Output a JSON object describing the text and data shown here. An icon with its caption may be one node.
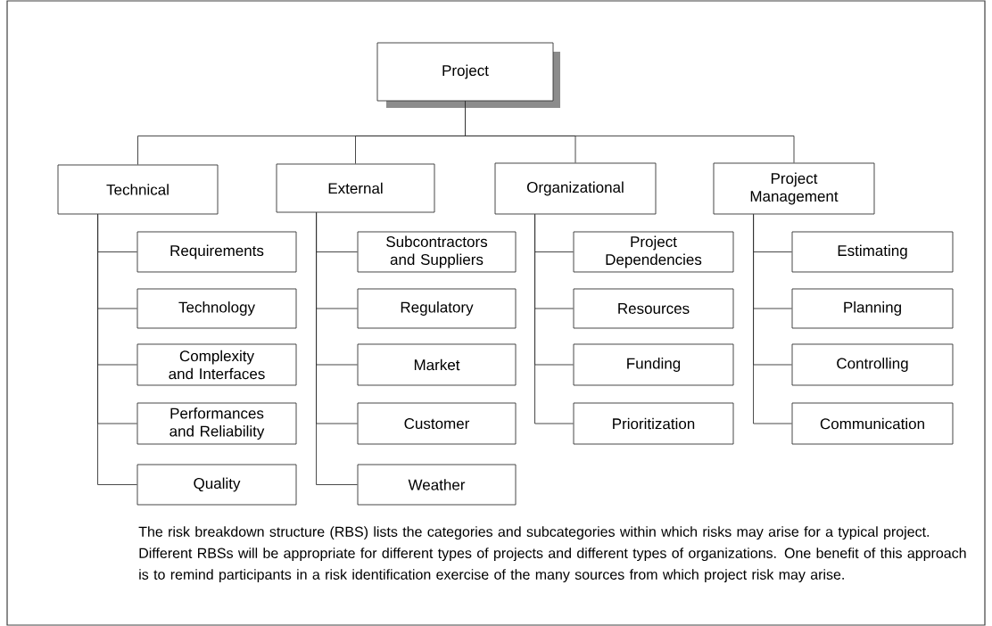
{
  "diagram": {
    "caption": "The risk breakdown structure (RBS) lists the categories and subcategories within which risks may arise for a typical project. Different RBSs will be appropriate for different types of projects and different types of organizations. One benefit of this approach is to remind participants in a risk identification exercise of the many sources from which project risk may arise.",
    "nodes": [
      {
        "text": [
          "Project"
        ]
      },
      {
        "text": [
          "Technical"
        ]
      },
      {
        "text": [
          "External"
        ]
      },
      {
        "text": [
          "Organizational"
        ]
      },
      {
        "text": [
          "Project Management"
        ]
      },
      {
        "text": [
          "Requirements"
        ]
      },
      {
        "text": [
          "Technology"
        ]
      },
      {
        "text": [
          "Complexity and Interfaces"
        ]
      },
      {
        "text": [
          "Performances and Reliability"
        ]
      },
      {
        "text": [
          "Quality"
        ]
      },
      {
        "text": [
          "Subcontractors and Suppliers"
        ]
      },
      {
        "text": [
          "Regulatory"
        ]
      },
      {
        "text": [
          "Market"
        ]
      },
      {
        "text": [
          "Customer"
        ]
      },
      {
        "text": [
          "Weather"
        ]
      },
      {
        "text": [
          "Project Dependencies"
        ]
      },
      {
        "text": [
          "Resources"
        ]
      },
      {
        "text": [
          "Funding"
        ]
      },
      {
        "text": [
          "Prioritization"
        ]
      },
      {
        "text": [
          "Estimating"
        ]
      },
      {
        "text": [
          "Planning"
        ]
      },
      {
        "text": [
          "Controlling"
        ]
      },
      {
        "text": [
          "Communication"
        ]
      }
    ],
    "edges": [
      {
        "from": 0,
        "to": 1,
        "arrow": "none"
      },
      {
        "from": 0,
        "to": 2,
        "arrow": "none"
      },
      {
        "from": 0,
        "to": 3,
        "arrow": "none"
      },
      {
        "from": 0,
        "to": 4,
        "arrow": "none"
      },
      {
        "from": 1,
        "to": 5,
        "arrow": "none"
      },
      {
        "from": 1,
        "to": 6,
        "arrow": "none"
      },
      {
        "from": 1,
        "to": 7,
        "arrow": "none"
      },
      {
        "from": 1,
        "to": 8,
        "arrow": "none"
      },
      {
        "from": 1,
        "to": 9,
        "arrow": "none"
      },
      {
        "from": 2,
        "to": 10,
        "arrow": "none"
      },
      {
        "from": 2,
        "to": 11,
        "arrow": "none"
      },
      {
        "from": 2,
        "to": 12,
        "arrow": "none"
      },
      {
        "from": 2,
        "to": 13,
        "arrow": "none"
      },
      {
        "from": 2,
        "to": 14,
        "arrow": "none"
      },
      {
        "from": 3,
        "to": 15,
        "arrow": "none"
      },
      {
        "from": 3,
        "to": 16,
        "arrow": "none"
      },
      {
        "from": 3,
        "to": 17,
        "arrow": "none"
      },
      {
        "from": 3,
        "to": 18,
        "arrow": "none"
      },
      {
        "from": 4,
        "to": 19,
        "arrow": "none"
      },
      {
        "from": 4,
        "to": 20,
        "arrow": "none"
      },
      {
        "from": 4,
        "to": 21,
        "arrow": "none"
      },
      {
        "from": 4,
        "to": 22,
        "arrow": "none"
      }
    ]
  }
}
